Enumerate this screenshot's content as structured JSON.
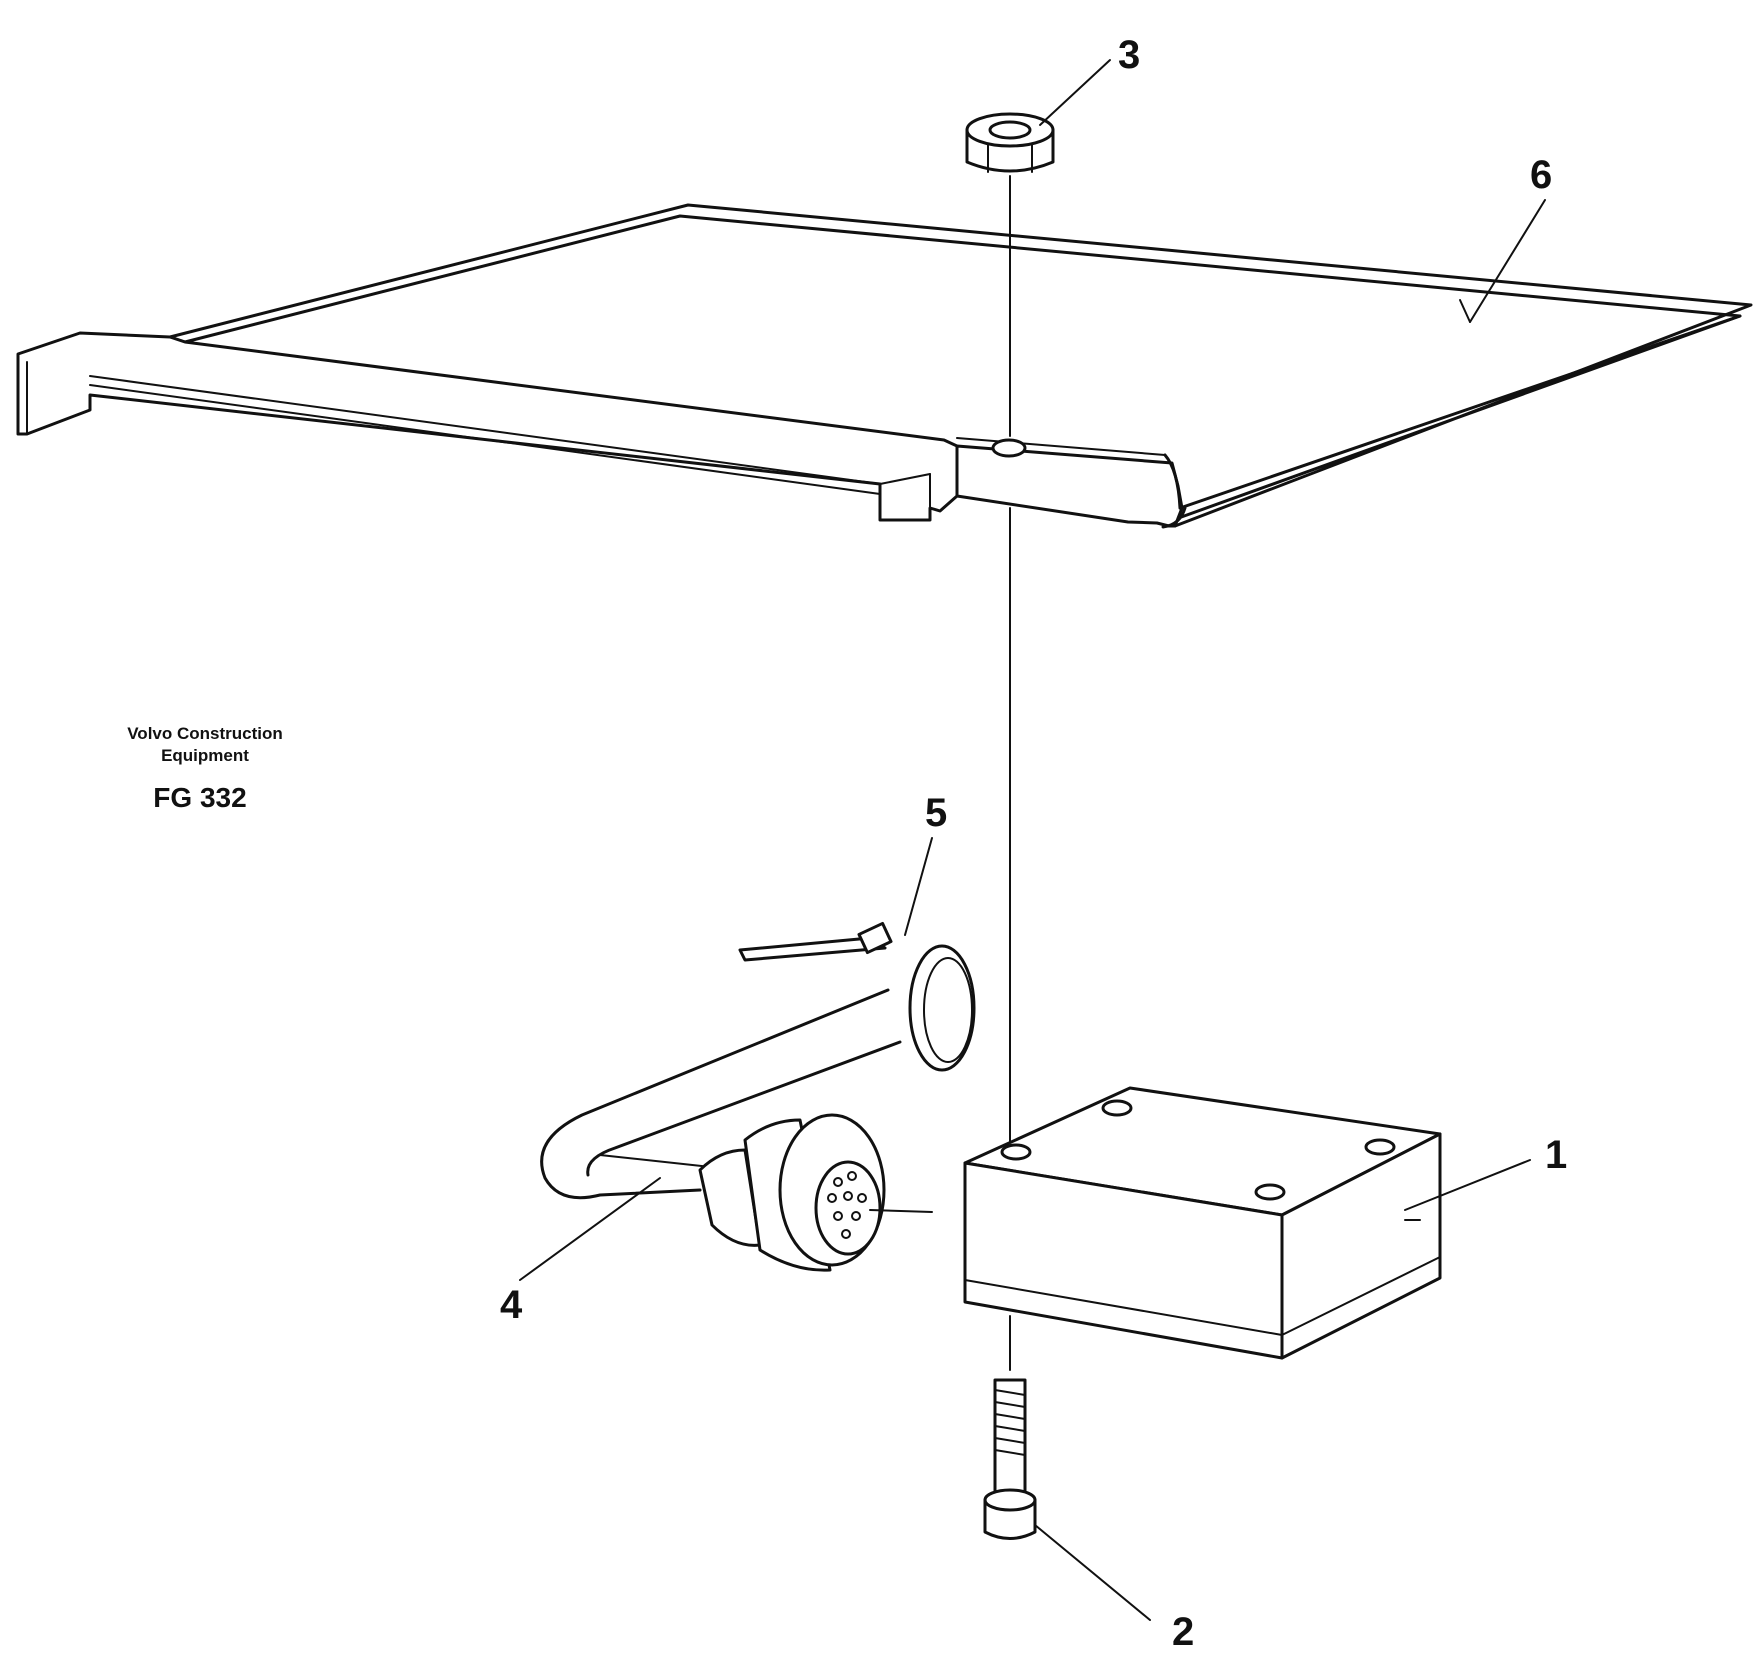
{
  "brand": {
    "line1": "Volvo Construction",
    "line2": "Equipment",
    "code": "FG 332"
  },
  "callouts": {
    "c1": "1",
    "c2": "2",
    "c3": "3",
    "c4": "4",
    "c5": "5",
    "c6": "6"
  },
  "colors": {
    "ink": "#111111",
    "paper": "#ffffff"
  }
}
